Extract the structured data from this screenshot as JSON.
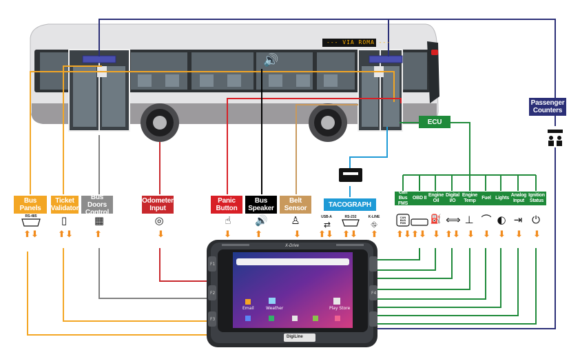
{
  "bus": {
    "destination_sign": "--- VIA ROMA ---"
  },
  "labels": {
    "bus_panels": "Bus Panels",
    "ticket_validator": "Ticket Validator",
    "bus_doors_control": "Bus Doors Control",
    "odometer_input": "Odometer Input",
    "panic_button": "Panic Button",
    "bus_speaker": "Bus Speaker",
    "belt_sensor": "Belt Sensor",
    "tacograph": "TACOGRAPH",
    "ecu": "ECU",
    "passenger_counters": "Passenger Counters"
  },
  "ecu_inputs": [
    {
      "label": "Can Bus FMS"
    },
    {
      "label": "OBD II"
    },
    {
      "label": "Engine Oil"
    },
    {
      "label": "Digital I/O"
    },
    {
      "label": "Engine Temp"
    },
    {
      "label": "Fuel"
    },
    {
      "label": "Lights"
    },
    {
      "label": "Analog Input"
    },
    {
      "label": "Ignition Status"
    }
  ],
  "ports": {
    "rs485": "RS-485",
    "usb_a": "USB-A",
    "rs232": "RS-232",
    "k_line": "K-LINE",
    "can_bus": "CAN BUS FMS"
  },
  "device": {
    "brand_top": "X-Drive",
    "brand_bottom": "DigiLine",
    "app_labels": [
      "Email",
      "Weather",
      "Play Store"
    ],
    "side_keys": [
      "F1",
      "F2",
      "F3",
      "F4"
    ]
  },
  "colors": {
    "orange": "#f28c1e",
    "panels": "#f3a624",
    "doors": "#7f7f7f",
    "odometer": "#c8282c",
    "panic": "#d81f26",
    "speaker": "#000000",
    "belt": "#c9995c",
    "tacograph": "#1e9ad6",
    "ecu": "#1f8a3a",
    "counters": "#2b2f77"
  }
}
